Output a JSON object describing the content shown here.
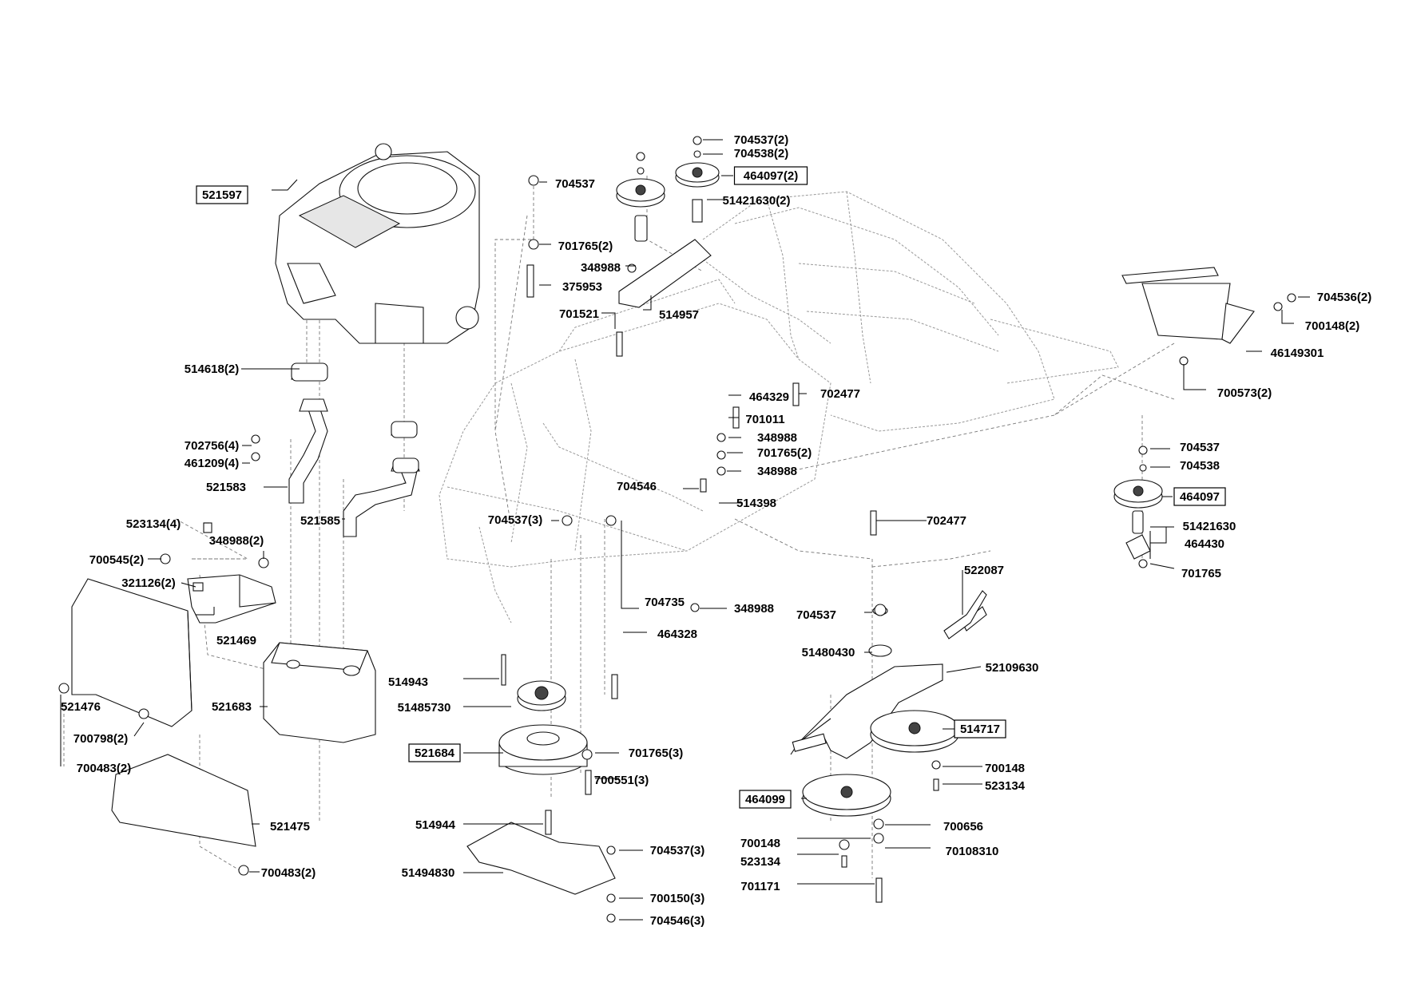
{
  "callouts": [
    {
      "id": "521597",
      "text": "521597",
      "boxed": true
    },
    {
      "id": "514618",
      "text": "514618(2)"
    },
    {
      "id": "702756",
      "text": "702756(4)"
    },
    {
      "id": "461209",
      "text": "461209(4)"
    },
    {
      "id": "521583",
      "text": "521583"
    },
    {
      "id": "521585",
      "text": "521585"
    },
    {
      "id": "523134a",
      "text": "523134(4)"
    },
    {
      "id": "348988a",
      "text": "348988(2)"
    },
    {
      "id": "700545",
      "text": "700545(2)"
    },
    {
      "id": "321126",
      "text": "321126(2)"
    },
    {
      "id": "521469",
      "text": "521469"
    },
    {
      "id": "521476",
      "text": "521476"
    },
    {
      "id": "700798",
      "text": "700798(2)"
    },
    {
      "id": "700483a",
      "text": "700483(2)"
    },
    {
      "id": "521683",
      "text": "521683"
    },
    {
      "id": "521475",
      "text": "521475"
    },
    {
      "id": "700483b",
      "text": "700483(2)"
    },
    {
      "id": "704537a",
      "text": "704537"
    },
    {
      "id": "701765a",
      "text": "701765(2)"
    },
    {
      "id": "348988b",
      "text": "348988"
    },
    {
      "id": "375953",
      "text": "375953"
    },
    {
      "id": "701521",
      "text": "701521"
    },
    {
      "id": "514957",
      "text": "514957"
    },
    {
      "id": "704537b",
      "text": "704537(2)"
    },
    {
      "id": "704538a",
      "text": "704538(2)"
    },
    {
      "id": "464097a",
      "text": "464097(2)",
      "boxed": true
    },
    {
      "id": "51421630a",
      "text": "51421630(2)"
    },
    {
      "id": "464329",
      "text": "464329"
    },
    {
      "id": "702477a",
      "text": "702477"
    },
    {
      "id": "701011",
      "text": "701011"
    },
    {
      "id": "348988c",
      "text": "348988"
    },
    {
      "id": "701765b",
      "text": "701765(2)"
    },
    {
      "id": "348988d",
      "text": "348988"
    },
    {
      "id": "704546a",
      "text": "704546"
    },
    {
      "id": "514398",
      "text": "514398"
    },
    {
      "id": "702477b",
      "text": "702477"
    },
    {
      "id": "704537c",
      "text": "704537(3)"
    },
    {
      "id": "704735",
      "text": "704735"
    },
    {
      "id": "348988e",
      "text": "348988"
    },
    {
      "id": "464328",
      "text": "464328"
    },
    {
      "id": "514943",
      "text": "514943"
    },
    {
      "id": "51485730",
      "text": "51485730"
    },
    {
      "id": "521684",
      "text": "521684",
      "boxed": true
    },
    {
      "id": "701765c",
      "text": "701765(3)"
    },
    {
      "id": "700551",
      "text": "700551(3)"
    },
    {
      "id": "514944",
      "text": "514944"
    },
    {
      "id": "704537d",
      "text": "704537(3)"
    },
    {
      "id": "51494830",
      "text": "51494830"
    },
    {
      "id": "700150",
      "text": "700150(3)"
    },
    {
      "id": "704546b",
      "text": "704546(3)"
    },
    {
      "id": "704536",
      "text": "704536(2)"
    },
    {
      "id": "700148a",
      "text": "700148(2)"
    },
    {
      "id": "46149301",
      "text": "46149301"
    },
    {
      "id": "700573",
      "text": "700573(2)"
    },
    {
      "id": "704537e",
      "text": "704537"
    },
    {
      "id": "704538b",
      "text": "704538"
    },
    {
      "id": "464097b",
      "text": "464097",
      "boxed": true
    },
    {
      "id": "51421630b",
      "text": "51421630"
    },
    {
      "id": "464430",
      "text": "464430"
    },
    {
      "id": "701765d",
      "text": "701765"
    },
    {
      "id": "522087",
      "text": "522087"
    },
    {
      "id": "704537f",
      "text": "704537"
    },
    {
      "id": "51480430",
      "text": "51480430"
    },
    {
      "id": "52109630",
      "text": "52109630"
    },
    {
      "id": "514717",
      "text": "514717",
      "boxed": true
    },
    {
      "id": "700148b",
      "text": "700148"
    },
    {
      "id": "523134b",
      "text": "523134"
    },
    {
      "id": "464099",
      "text": "464099",
      "boxed": true
    },
    {
      "id": "700656",
      "text": "700656"
    },
    {
      "id": "700148c",
      "text": "700148"
    },
    {
      "id": "70108310",
      "text": "70108310"
    },
    {
      "id": "523134c",
      "text": "523134"
    },
    {
      "id": "701171",
      "text": "701171"
    }
  ]
}
